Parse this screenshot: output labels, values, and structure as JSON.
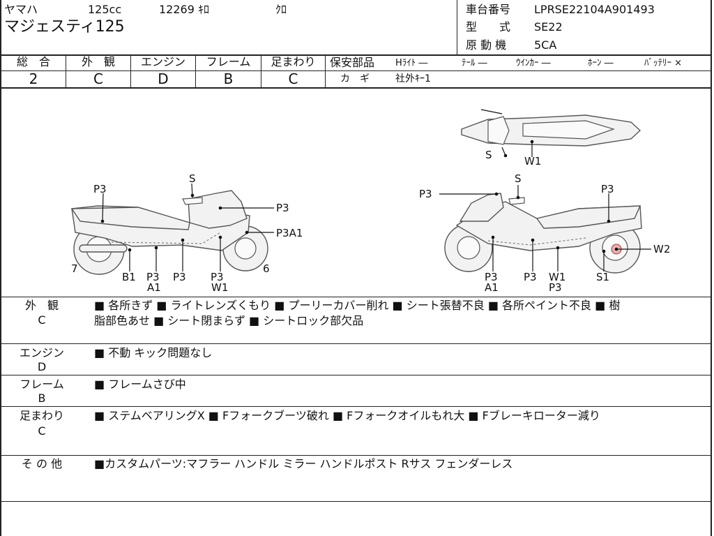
{
  "header": {
    "maker": "ヤマハ",
    "displacement": "125cc",
    "mileage": "12269 ｷﾛ",
    "color": "ｸﾛ",
    "model": "マジェスティ125",
    "frame_no_label": "車台番号",
    "frame_no": "LPRSE22104A901493",
    "type_label": "型　　式",
    "type_value": "SE22",
    "engine_label": "原 動 機",
    "engine_value": "5CA"
  },
  "grades": {
    "total_label": "総　合",
    "total": "2",
    "exterior_label": "外　観",
    "exterior": "C",
    "engine_label": "エンジン",
    "engine": "D",
    "frame_label": "フレーム",
    "frame": "B",
    "suspension_label": "足まわり",
    "suspension": "C"
  },
  "safety": {
    "label": "保安部品",
    "headlight": "Hﾗｲﾄ ―",
    "tail": "ﾃｰﾙ ―",
    "winker": "ｳｲﾝｶｰ ―",
    "horn": "ﾎｰﾝ ―",
    "battery": "ﾊﾞｯﾃﾘｰ ×",
    "key_label": "カ　ギ",
    "key_value": "社外ｷｰ1"
  },
  "diagram": {
    "left": {
      "labels": [
        "S",
        "P3",
        "P3",
        "P3A1",
        "7",
        "B1",
        "P3",
        "A1",
        "P3",
        "P3",
        "W1",
        "6"
      ]
    },
    "top": {
      "labels": [
        "S",
        "W1"
      ]
    },
    "right": {
      "labels": [
        "S",
        "P3",
        "P3",
        "W2",
        "P3",
        "A1",
        "P3",
        "W1",
        "P3",
        "S1"
      ]
    }
  },
  "remarks": [
    {
      "label": "外　観",
      "grade": "C",
      "line1": "■ 各所きず ■ ライトレンズくもり ■ プーリーカバー削れ ■ シート張替不良 ■ 各所ペイント不良 ■ 樹",
      "line2": "脂部色あせ ■ シート閉まらず ■ シートロック部欠品"
    },
    {
      "label": "エンジン",
      "grade": "D",
      "line1": "■ 不動 キック問題なし"
    },
    {
      "label": "フレーム",
      "grade": "B",
      "line1": "■ フレームさび中"
    },
    {
      "label": "足まわり",
      "grade": "C",
      "line1": "■ ステムベアリングX ■ Fフォークブーツ破れ ■ Fフォークオイルもれ大 ■ Fブレーキローター減り"
    },
    {
      "label": "そ の 他",
      "line1": "■カスタムパーツ:マフラー ハンドル ミラー ハンドルポスト Rサス フェンダーレス"
    }
  ]
}
